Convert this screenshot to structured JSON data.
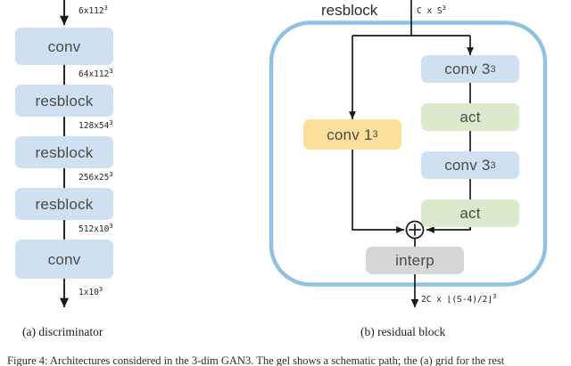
{
  "figure": {
    "panels": [
      {
        "id": "discriminator",
        "caption": "(a) discriminator",
        "blocks": [
          {
            "label": "conv",
            "color": "#cfe0f0"
          },
          {
            "label": "resblock",
            "color": "#cfe0f0"
          },
          {
            "label": "resblock",
            "color": "#cfe0f0"
          },
          {
            "label": "resblock",
            "color": "#cfe0f0"
          },
          {
            "label": "conv",
            "color": "#cfe0f0"
          }
        ],
        "shapes": [
          {
            "text": "6x112",
            "exp": "3"
          },
          {
            "text": "64x112",
            "exp": "3"
          },
          {
            "text": "128x54",
            "exp": "3"
          },
          {
            "text": "256x25",
            "exp": "3"
          },
          {
            "text": "512x10",
            "exp": "3"
          },
          {
            "text": "1x10",
            "exp": "3"
          }
        ]
      },
      {
        "id": "residual-block",
        "caption": "(b) residual block",
        "title": "resblock",
        "input_shape": {
          "text": "C x S",
          "exp": "3"
        },
        "output_shape": {
          "text": "2C x ⌊(S-4)/2⌋",
          "exp": "3"
        },
        "blocks": [
          {
            "label": "conv 1",
            "exp": "3",
            "color": "#fddf9b",
            "name": "conv-1-block"
          },
          {
            "label": "conv 3",
            "exp": "3",
            "color": "#cfe0f0",
            "name": "conv-3-block-1"
          },
          {
            "label": "act",
            "exp": "",
            "color": "#dbeacd",
            "name": "act-block-1"
          },
          {
            "label": "conv 3",
            "exp": "3",
            "color": "#cfe0f0",
            "name": "conv-3-block-2"
          },
          {
            "label": "act",
            "exp": "",
            "color": "#dbeacd",
            "name": "act-block-2"
          },
          {
            "label": "interp",
            "exp": "",
            "color": "#d6d6d6",
            "name": "interp-block"
          }
        ],
        "sum_symbol": "⊕",
        "container_color": "#8fc1e3"
      }
    ],
    "page_text": "Figure 4: Architectures considered in the 3-dim GAN3. The gel shows a schematic path; the (a) grid for the rest"
  }
}
